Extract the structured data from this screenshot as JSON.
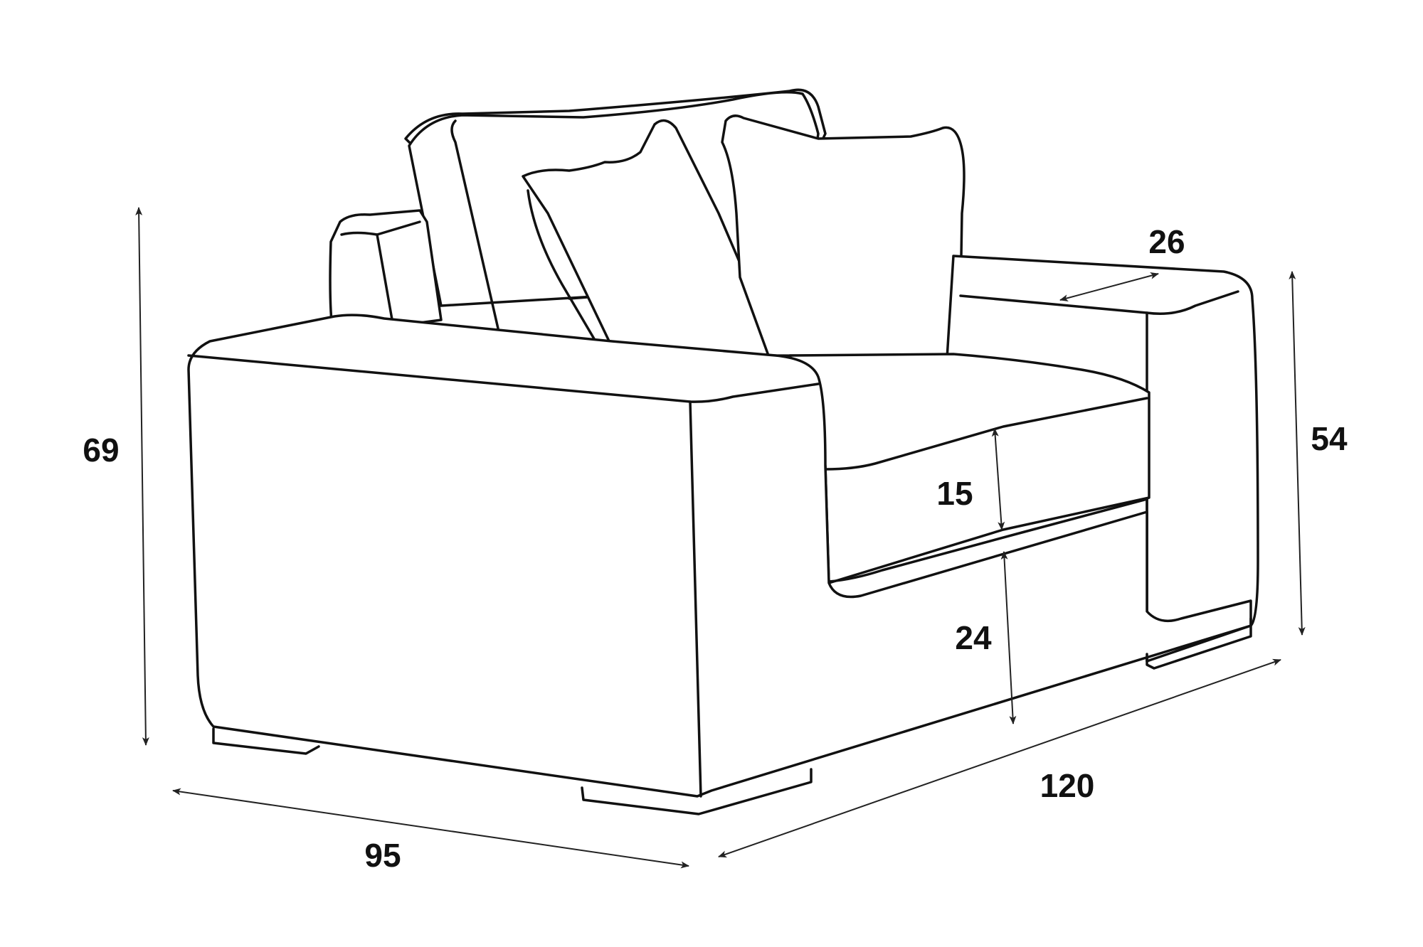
{
  "dimensions": {
    "height_total": "69",
    "depth": "95",
    "width": "120",
    "arm_height": "54",
    "arm_width": "26",
    "cushion_thickness": "15",
    "seat_height": "24"
  },
  "colors": {
    "line": "#111111",
    "background": "#ffffff"
  }
}
